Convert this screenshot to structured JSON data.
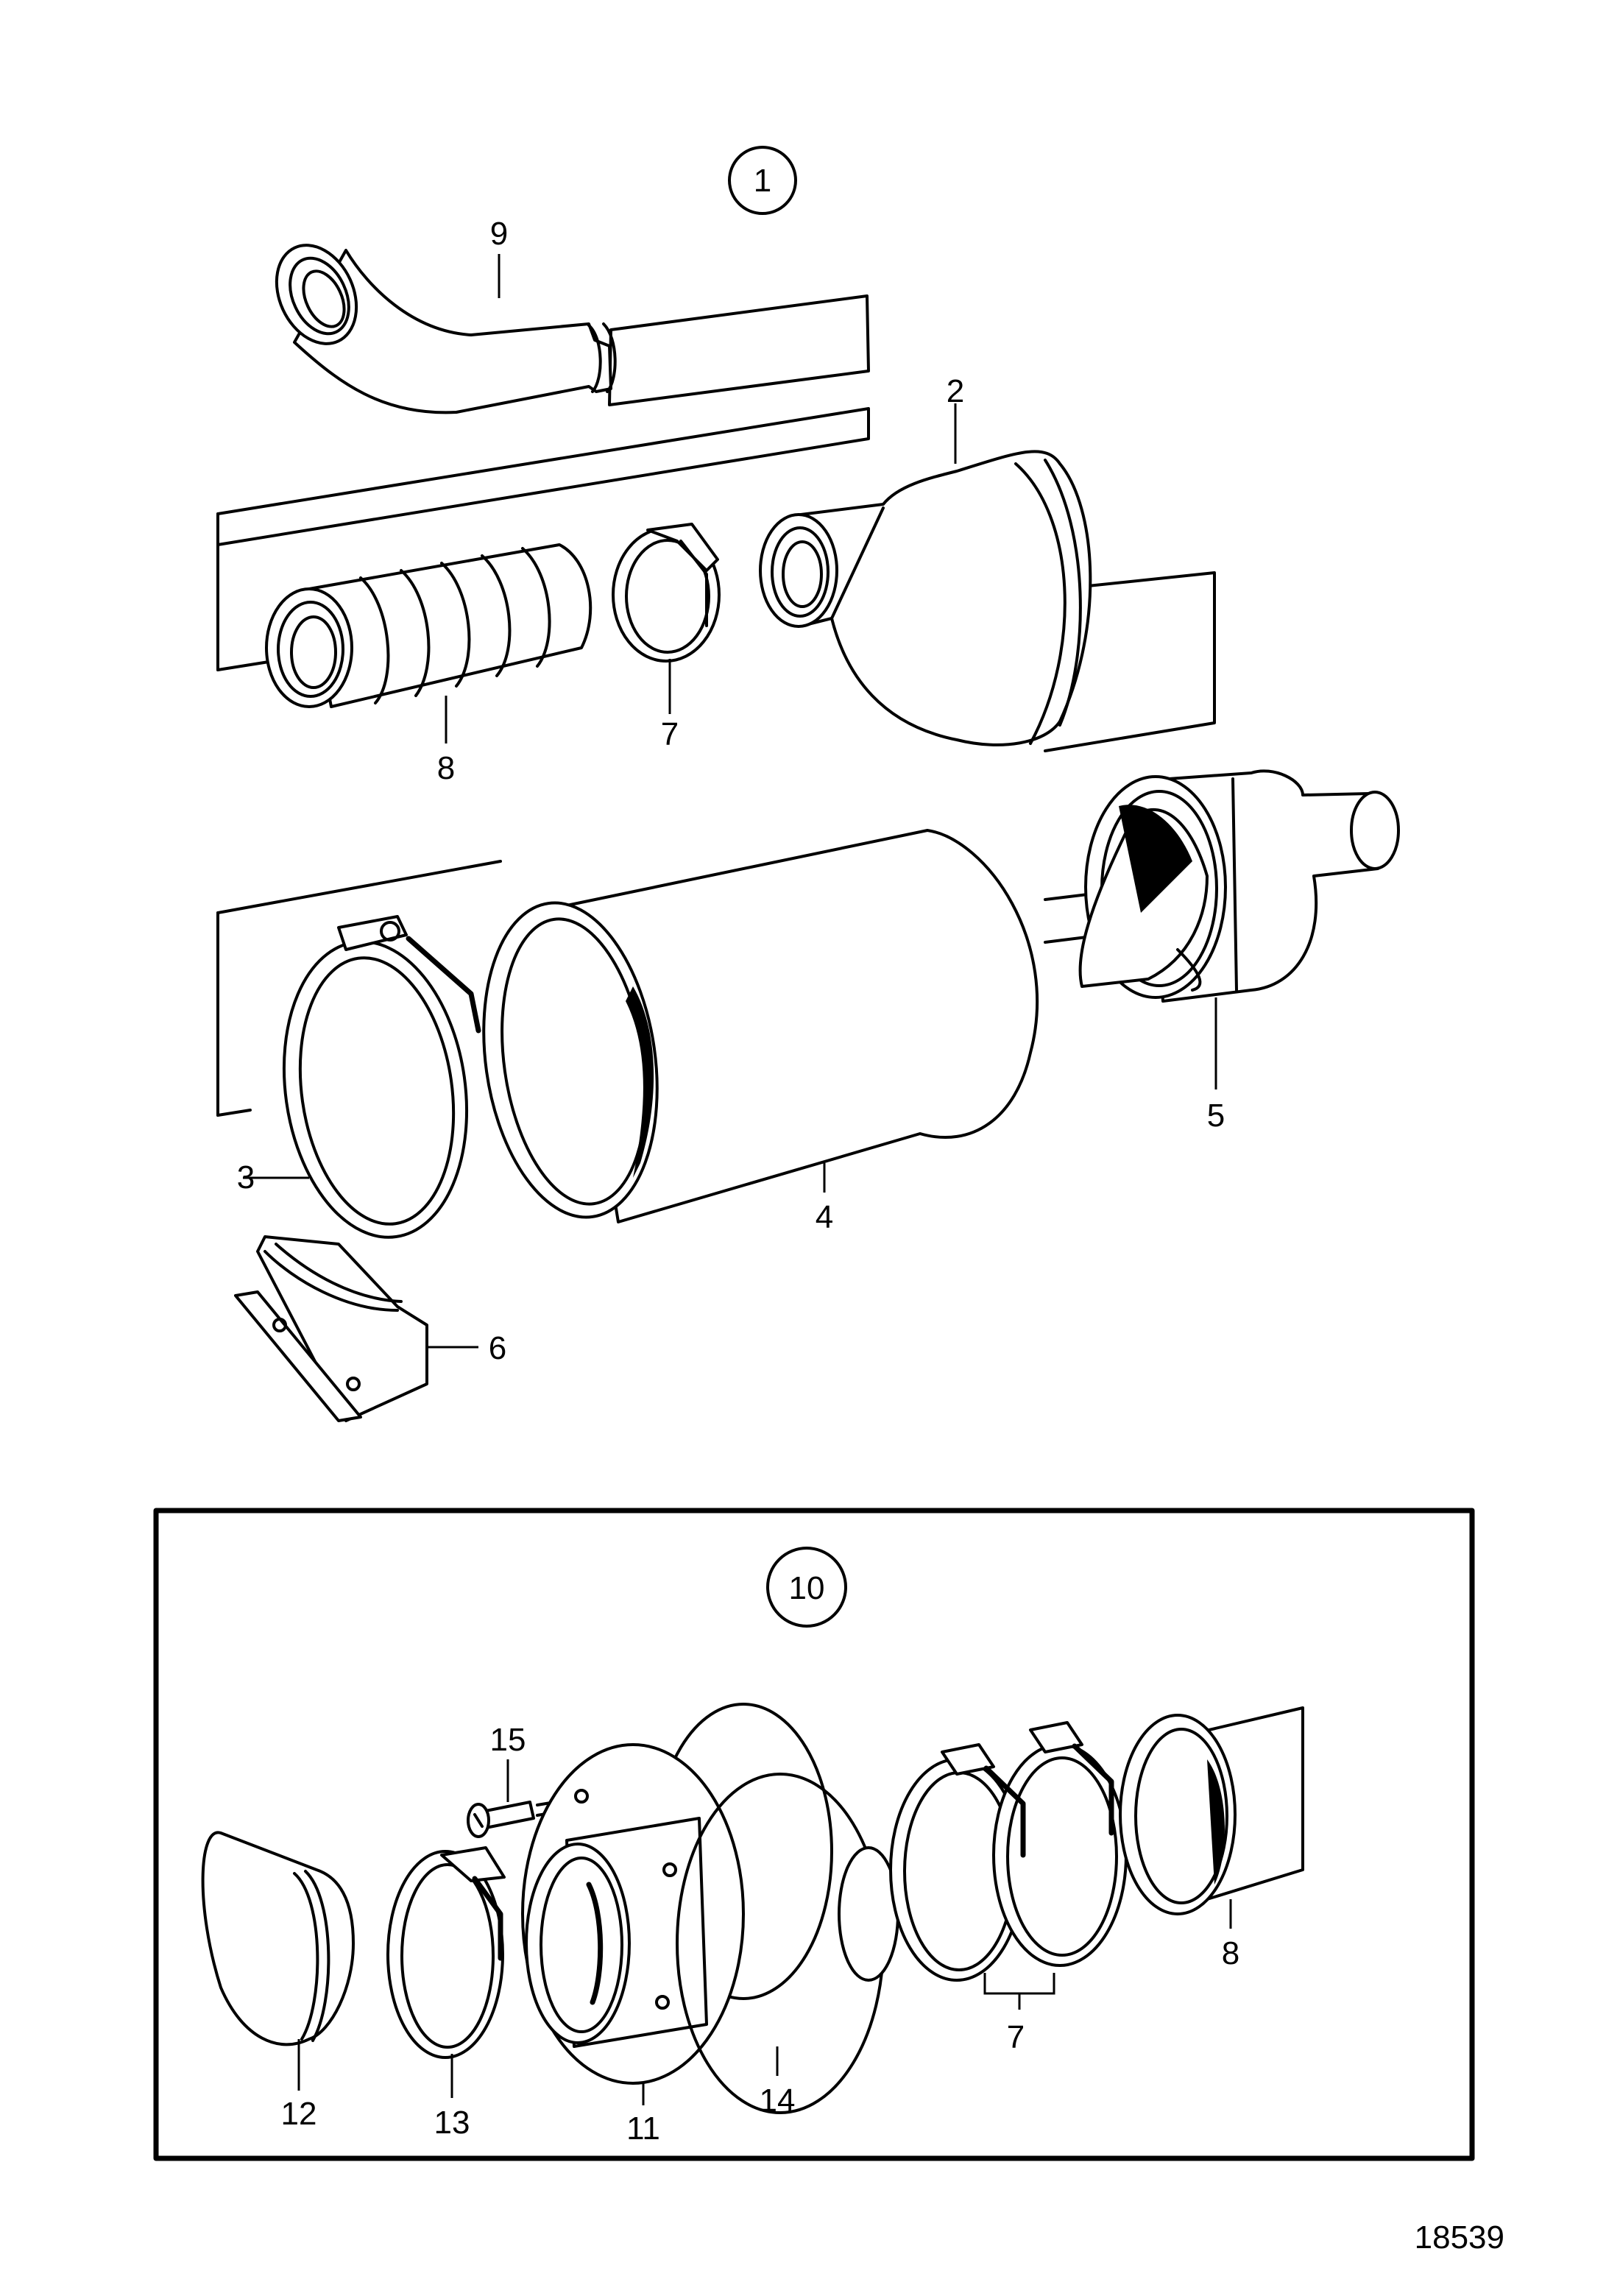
{
  "assemblies": [
    {
      "id": "1",
      "label": "1"
    },
    {
      "id": "10",
      "label": "10"
    }
  ],
  "callouts": {
    "c2": "2",
    "c3": "3",
    "c4": "4",
    "c5": "5",
    "c6": "6",
    "c7a": "7",
    "c7b": "7",
    "c8a": "8",
    "c8b": "8",
    "c9": "9",
    "c11": "11",
    "c12": "12",
    "c13": "13",
    "c14": "14",
    "c15": "15"
  },
  "figure_number": "18539",
  "colors": {
    "ink": "#000000",
    "paper": "#ffffff"
  }
}
